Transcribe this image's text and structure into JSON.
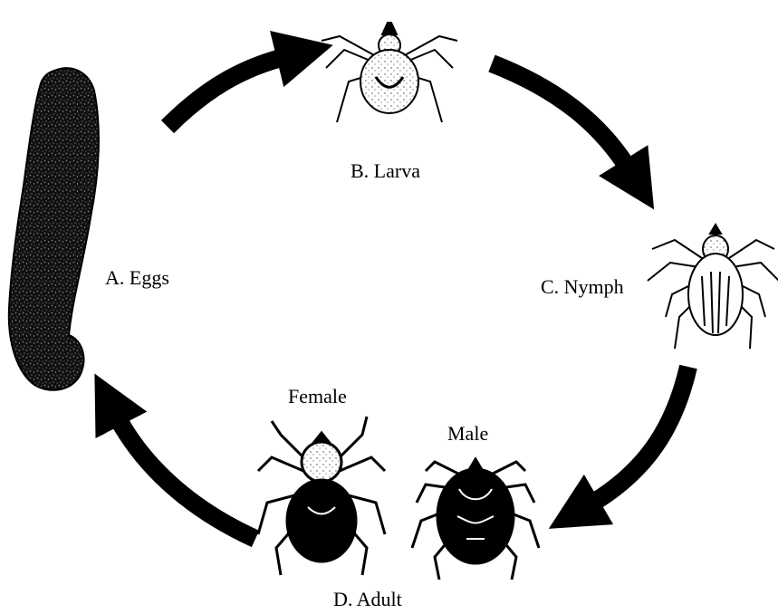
{
  "stages": {
    "eggs": "A. Eggs",
    "larva": "B. Larva",
    "nymph": "C. Nymph",
    "adult": "D. Adult",
    "female": "Female",
    "male": "Male"
  },
  "colors": {
    "ink": "#000000",
    "paper": "#ffffff",
    "speckle": "#6a6a6a"
  },
  "icons": {
    "eggs": "egg-mass-icon",
    "larva": "larva-tick-icon",
    "nymph": "nymph-tick-icon",
    "female": "female-tick-icon",
    "male": "male-tick-icon",
    "arrow": "cycle-arrow-icon"
  }
}
